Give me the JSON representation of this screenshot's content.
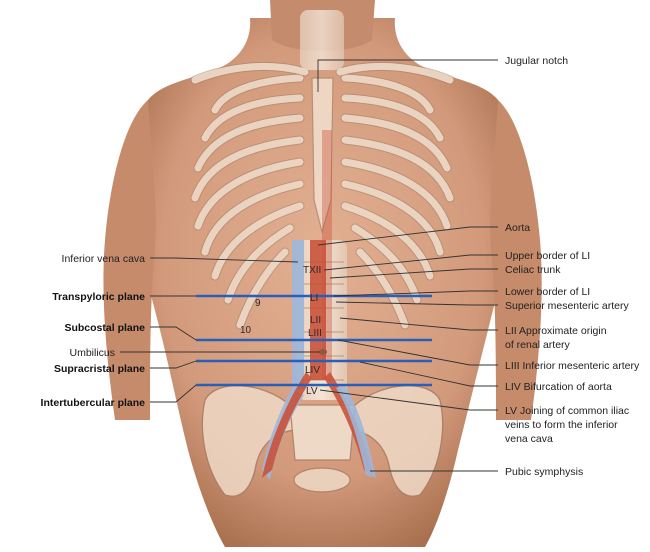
{
  "labels_right": {
    "jugular_notch": "Jugular notch",
    "aorta": "Aorta",
    "upper_border_l1": "Upper border of LI",
    "celiac_trunk": "Celiac trunk",
    "lower_border_l1": "Lower border of LI",
    "superior_mesenteric": "Superior mesenteric artery",
    "l2_renal_line1": "LII Approximate origin",
    "l2_renal_line2": "of renal artery",
    "l3_inferior_mesenteric": "LIII Inferior mesenteric artery",
    "l4_bifurcation": "LIV Bifurcation of aorta",
    "l5_line1": "LV Joining of common iliac",
    "l5_line2": "veins to form the inferior",
    "l5_line3": "vena cava",
    "pubic_symphysis": "Pubic symphysis"
  },
  "labels_left": {
    "inferior_vena_cava": "Inferior vena cava",
    "transpyloric_plane": "Transpyloric plane",
    "subcostal_plane": "Subcostal plane",
    "umbilicus": "Umbilicus",
    "supracristal_plane": "Supracristal plane",
    "intertubercular_plane": "Intertubercular plane"
  },
  "vertebrae": {
    "txii": "TXII",
    "li": "LI",
    "lii": "LII",
    "liii": "LIII",
    "liv": "LIV",
    "lv": "LV"
  },
  "rib_numbers": {
    "rib9": "9",
    "rib10": "10"
  },
  "colors": {
    "skin": "#d9a283",
    "skin_shadow": "#b98062",
    "bone": "#f3e3d3",
    "aorta": "#c9523a",
    "vena_cava": "#9fb6d8",
    "plane_line": "#2a5fb8"
  }
}
